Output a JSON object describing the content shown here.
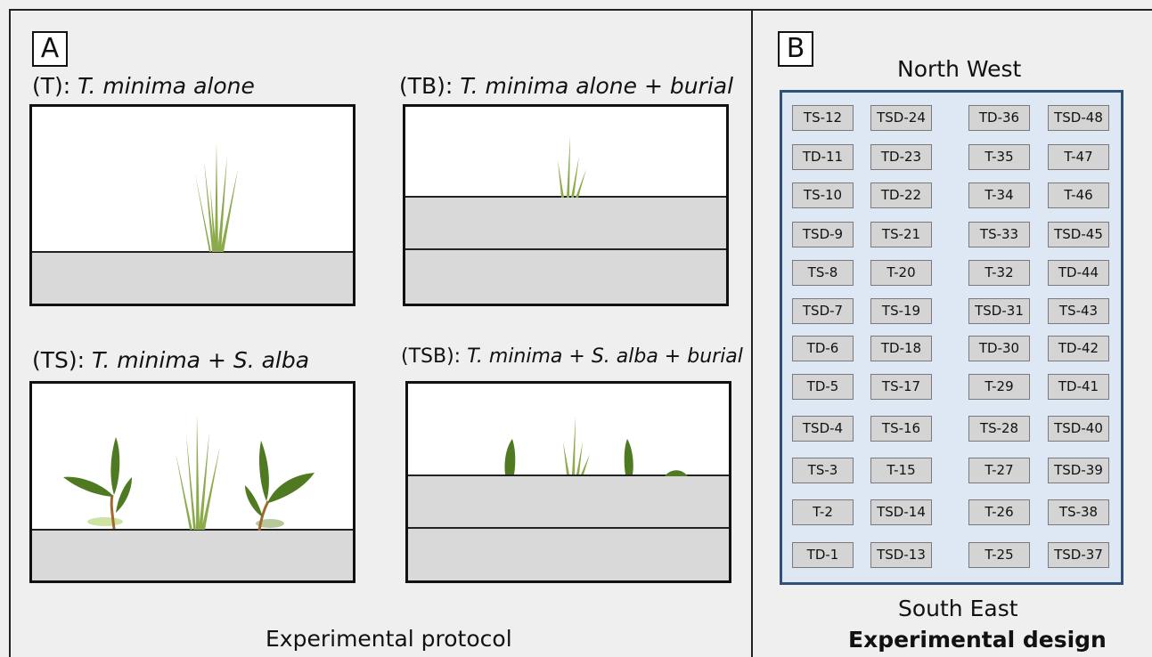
{
  "panel_a": {
    "letter": "A",
    "caption_t_code": "(T):",
    "caption_t_text": "T. minima alone",
    "caption_tb_code": "(TB):",
    "caption_tb_text": "T. minima alone + burial",
    "caption_ts_code": "(TS):",
    "caption_ts_text": "T. minima + S. alba",
    "caption_tsb_code": "(TSB):",
    "caption_tsb_text": "T. minima + S. alba + burial",
    "footer": "Experimental protocol"
  },
  "panel_b": {
    "letter": "B",
    "top": "North West",
    "bottom": "South East",
    "footer": "Experimental design",
    "plots": [
      [
        "TS-12",
        "TSD-24",
        "TD-36",
        "TSD-48"
      ],
      [
        "TD-11",
        "TD-23",
        "T-35",
        "T-47"
      ],
      [
        "TS-10",
        "TD-22",
        "T-34",
        "T-46"
      ],
      [
        "TSD-9",
        "TS-21",
        "TS-33",
        "TSD-45"
      ],
      [
        "TS-8",
        "T-20",
        "T-32",
        "TD-44"
      ],
      [
        "TSD-7",
        "TS-19",
        "TSD-31",
        "TS-43"
      ],
      [
        "TD-6",
        "TD-18",
        "TD-30",
        "TD-42"
      ],
      [
        "TD-5",
        "TS-17",
        "T-29",
        "TD-41"
      ],
      [
        "TSD-4",
        "TS-16",
        "TS-28",
        "TSD-40"
      ],
      [
        "TS-3",
        "T-15",
        "T-27",
        "TSD-39"
      ],
      [
        "T-2",
        "TSD-14",
        "T-26",
        "TS-38"
      ],
      [
        "TD-1",
        "TSD-13",
        "T-25",
        "TSD-37"
      ]
    ]
  },
  "colors": {
    "grass": "#8aaa4c",
    "leaf": "#4f7a22",
    "soil": "#d9d9d9",
    "grid_border": "#2e5279",
    "grid_bg": "#dde8f4"
  }
}
